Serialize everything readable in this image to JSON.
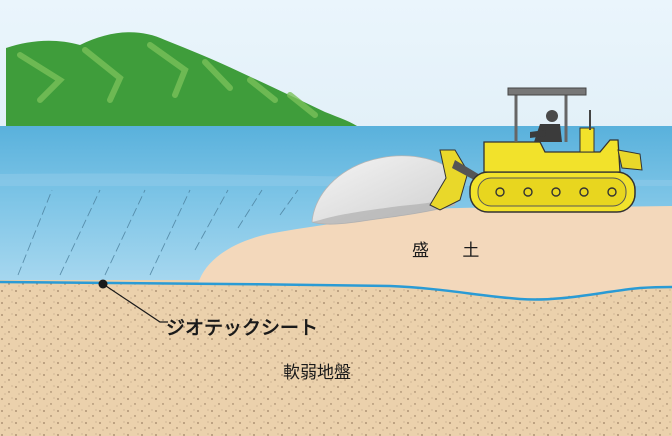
{
  "labels": {
    "embankment": "盛 土",
    "geotextile_sheet": "ジオテックシート",
    "soft_ground": "軟弱地盤"
  },
  "icons": [
    "bulldozer-icon",
    "hill-icon",
    "geotextile-marker-icon"
  ],
  "colors": {
    "sky": "#e8f3fb",
    "water_top": "#5fb4dd",
    "water_bottom": "#a9d8ef",
    "hill": "#3d9b3a",
    "embankment": "#f2d6b8",
    "ground": "#ecd2ad",
    "geotextile_line": "#2a9bd5",
    "bulldozer": "#f2e22b",
    "fill_pile": "#e6e6e6"
  }
}
